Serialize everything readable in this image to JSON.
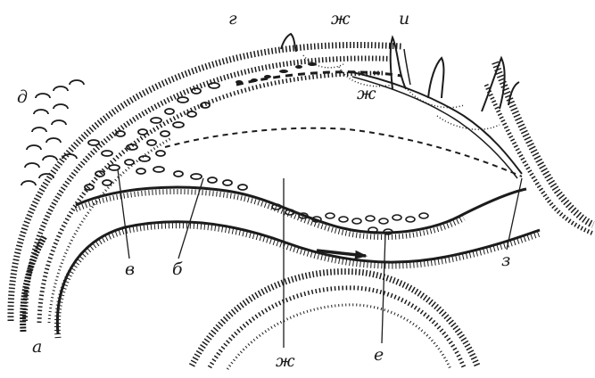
{
  "labels": {
    "a": "а",
    "b": "б",
    "v": "в",
    "g": "г",
    "d": "д",
    "e": "е",
    "zh_top": "ж",
    "zh_mid": "ж",
    "zh_bottom": "ж",
    "z": "з",
    "i": "и"
  },
  "colors": {
    "ink": "#1c1c1c",
    "paper": "#ffffff"
  },
  "icons": {
    "flow_arrow": "arrow-right"
  }
}
